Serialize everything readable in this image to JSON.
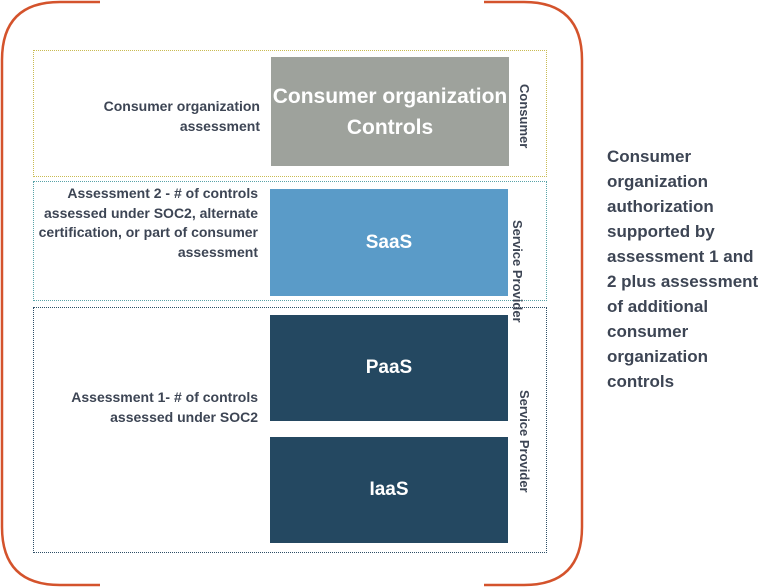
{
  "frame": {
    "stroke_color": "#d4532c"
  },
  "consumer_zone": {
    "label": "Consumer organization assessment",
    "block_text": "Consumer organization Controls",
    "vertical_label": "Consumer",
    "border_color": "#c9bb52",
    "block_color": "#9ea29c"
  },
  "saas_zone": {
    "label": "Assessment 2 - # of controls assessed under SOC2, alternate certification, or part of consumer assessment",
    "block_text": "SaaS",
    "vertical_label": "Service Provider",
    "border_color": "#58a3a8",
    "block_color": "#5a9bc8"
  },
  "iaas_zone": {
    "label": "Assessment 1- # of controls assessed under SOC2",
    "paas_text": "PaaS",
    "iaas_text": "IaaS",
    "vertical_label": "Service Provider",
    "border_color": "#2d4e66",
    "block_color": "#244861"
  },
  "right_note": "Consumer organization authorization supported by assessment 1 and 2 plus assessment of additional consumer organization controls"
}
